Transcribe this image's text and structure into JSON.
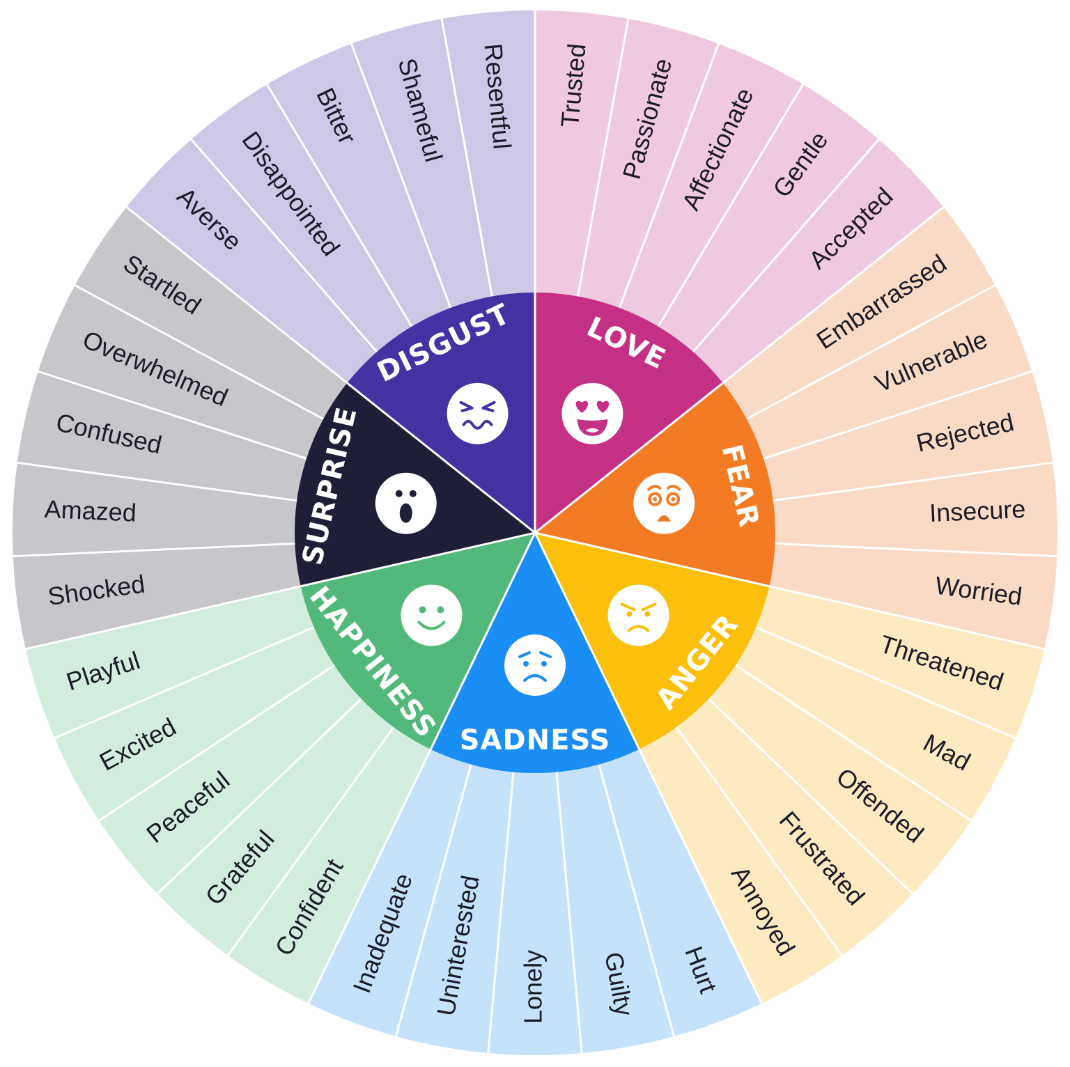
{
  "wheel": {
    "core_emotions": [
      {
        "id": "love",
        "label": "LOVE",
        "color": "#c43184",
        "light": "#efc9df",
        "icon": "heart-eyes-face-icon",
        "words": [
          "Trusted",
          "Passionate",
          "Affectionate",
          "Gentle",
          "Accepted"
        ]
      },
      {
        "id": "fear",
        "label": "FEAR",
        "color": "#f27b24",
        "light": "#f9dac6",
        "icon": "fearful-face-icon",
        "words": [
          "Embarrassed",
          "Vulnerable",
          "Rejected",
          "Insecure",
          "Worried"
        ]
      },
      {
        "id": "anger",
        "label": "ANGER",
        "color": "#fcbf0b",
        "light": "#fdeac0",
        "icon": "angry-face-icon",
        "words": [
          "Threatened",
          "Mad",
          "Offended",
          "Frustrated",
          "Annoyed"
        ]
      },
      {
        "id": "sadness",
        "label": "SADNESS",
        "color": "#1a8ef4",
        "light": "#c5e1fc",
        "icon": "sad-face-icon",
        "words": [
          "Hurt",
          "Guilty",
          "Lonely",
          "Uninterested",
          "Inadequate"
        ]
      },
      {
        "id": "happiness",
        "label": "HAPPINESS",
        "color": "#52b87c",
        "light": "#d2ecde",
        "icon": "smiling-face-icon",
        "words": [
          "Confident",
          "Grateful",
          "Peaceful",
          "Excited",
          "Playful"
        ]
      },
      {
        "id": "surprise",
        "label": "SURPRISE",
        "color": "#1e1f36",
        "light": "#c6c6cb",
        "icon": "surprised-face-icon",
        "words": [
          "Shocked",
          "Amazed",
          "Confused",
          "Overwhelmed",
          "Startled"
        ]
      },
      {
        "id": "disgust",
        "label": "DISGUST",
        "color": "#4631a3",
        "light": "#ccc8e6",
        "icon": "disgusted-face-icon",
        "words": [
          "Averse",
          "Disappointed",
          "Bitter",
          "Shameful",
          "Resentful"
        ]
      }
    ]
  }
}
